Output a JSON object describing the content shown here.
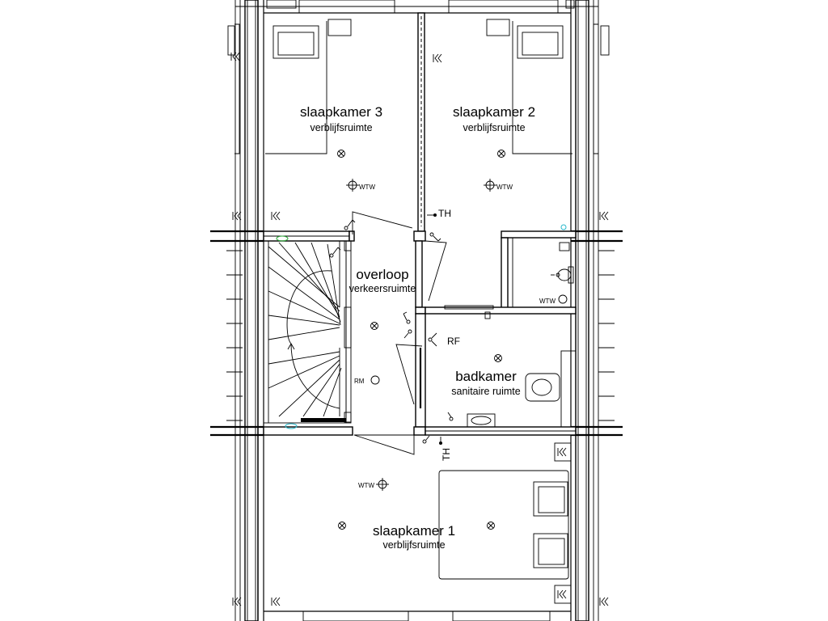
{
  "rooms": {
    "bedroom3": {
      "name": "slaapkamer 3",
      "type": "verblijfsruimte"
    },
    "bedroom2": {
      "name": "slaapkamer 2",
      "type": "verblijfsruimte"
    },
    "landing": {
      "name": "overloop",
      "type": "verkeersruimte"
    },
    "bathroom": {
      "name": "badkamer",
      "type": "sanitaire ruimte"
    },
    "bedroom1": {
      "name": "slaapkamer 1",
      "type": "verblijfsruimte"
    }
  },
  "symbols": {
    "wtw": "WTW",
    "thermostat": "TH",
    "smoke_detector": "RF",
    "smoke_alarm": "RM"
  },
  "icons": {
    "ceiling_light": "ceiling-light-icon",
    "wtw_vent": "wtw-vent-icon",
    "outlet": "wall-outlet-icon",
    "switch": "light-switch-icon"
  },
  "colors": {
    "line": "#000000",
    "background": "#ffffff",
    "accent_cyan": "#27b7c9",
    "accent_green": "#2eaa3a"
  }
}
